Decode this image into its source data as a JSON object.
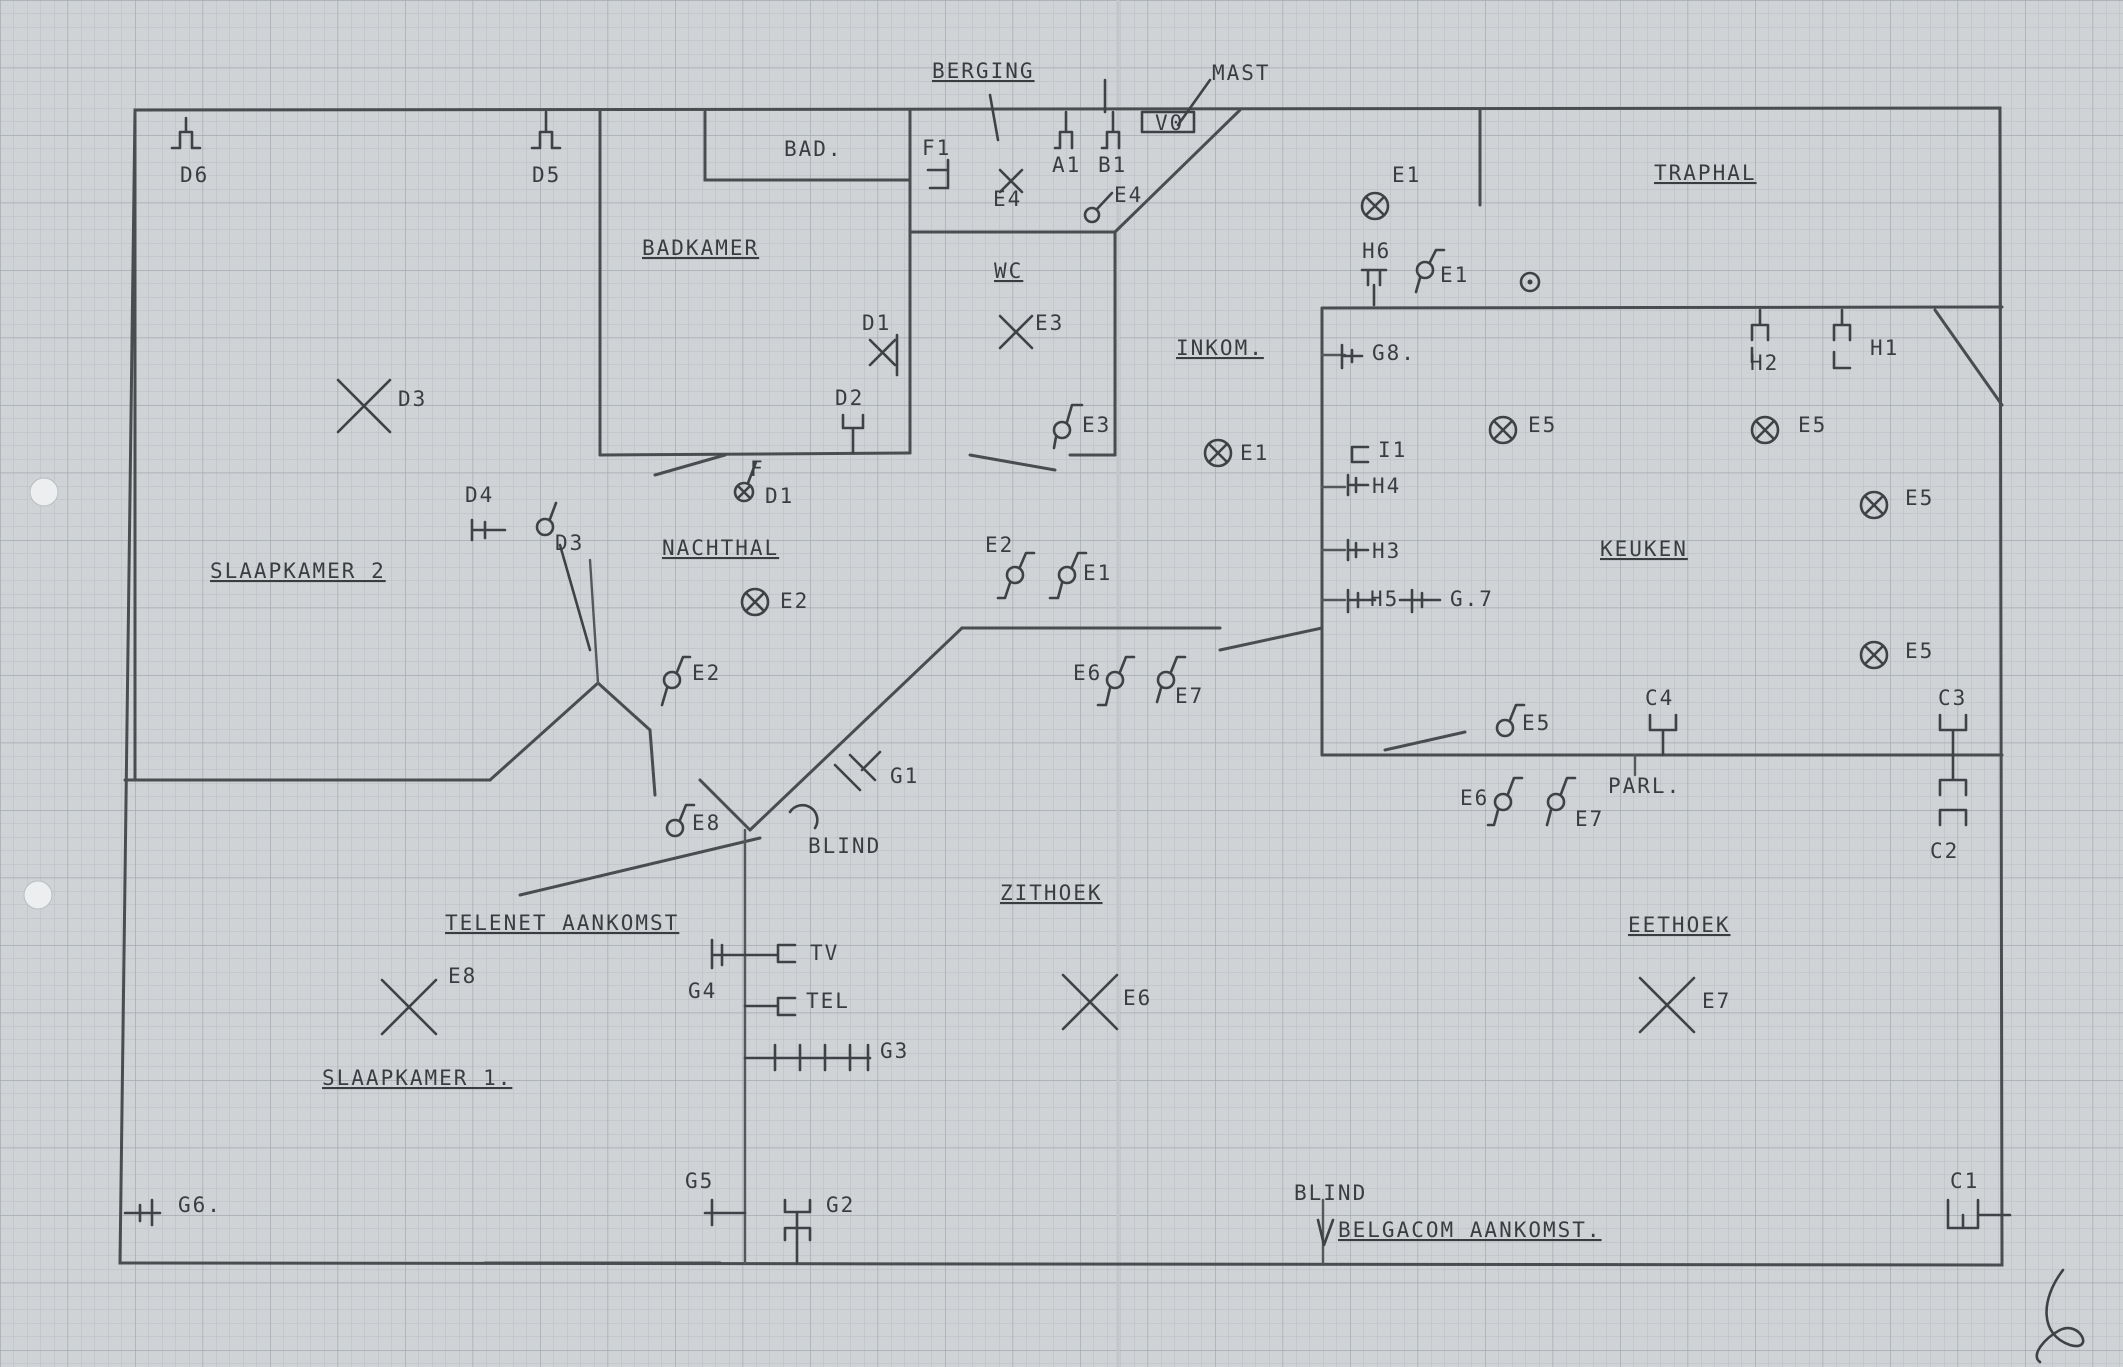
{
  "rooms": {
    "berging": "BERGING",
    "mast": "MAST",
    "bad": "BAD.",
    "badkamer": "BADKAMER",
    "wc": "WC",
    "traphal": "TRAPHAL",
    "inkom": "INKOM.",
    "slaapkamer2": "SLAAPKAMER 2",
    "nachthal": "NACHTHAL",
    "keuken": "KEUKEN",
    "telenet": "TELENET AANKOMST",
    "zithoek": "ZITHOEK",
    "eethoek": "EETHOEK",
    "slaapkamer1": "SLAAPKAMER 1.",
    "belgacom": "BELGACOM AANKOMST."
  },
  "labels": {
    "d6": "D6",
    "d5": "D5",
    "f1": "F1",
    "a1": "A1",
    "b1": "B1",
    "e4a": "E4",
    "e4b": "E4",
    "e1top": "E1",
    "h6": "H6",
    "e1sw": "E1",
    "e3x": "E3",
    "d1": "D1",
    "d3x": "D3",
    "d2": "D2",
    "e3sw": "E3",
    "g8": "G8.",
    "h2": "H2",
    "h1": "H1",
    "e1inkom": "E1",
    "i1": "I1",
    "h4": "H4",
    "e5a": "E5",
    "e5b": "E5",
    "e5c": "E5",
    "e5d": "E5",
    "f": "F",
    "d1sw": "D1",
    "d4": "D4",
    "d3sw": "D3",
    "h3": "H3",
    "e2sw1": "E2",
    "e1sw2": "E1",
    "h5": "H5",
    "g7": "G.7",
    "e2light": "E2",
    "e2sw2": "E2",
    "e6sw": "E6",
    "e7sw": "E7",
    "e5sw": "E5",
    "c4": "C4",
    "c3": "C3",
    "g1": "G1",
    "e6sw2": "E6",
    "e7sw2": "E7",
    "parl": "PARL.",
    "e8sw": "E8",
    "blind": "BLIND",
    "c2": "C2",
    "tv": "TV",
    "g4": "G4",
    "e8x": "E8",
    "tel": "TEL",
    "e6x": "E6",
    "e7x": "E7",
    "g3": "G3",
    "g5": "G5",
    "g6": "G6.",
    "g2": "G2",
    "blind2": "BLIND",
    "c1": "C1",
    "v0": "V0"
  },
  "colors": {
    "paper": "#cfd3d6",
    "grid_minor": "#b8bdc1",
    "grid_major": "#a3a9ae",
    "ink": "#3a3d40"
  }
}
